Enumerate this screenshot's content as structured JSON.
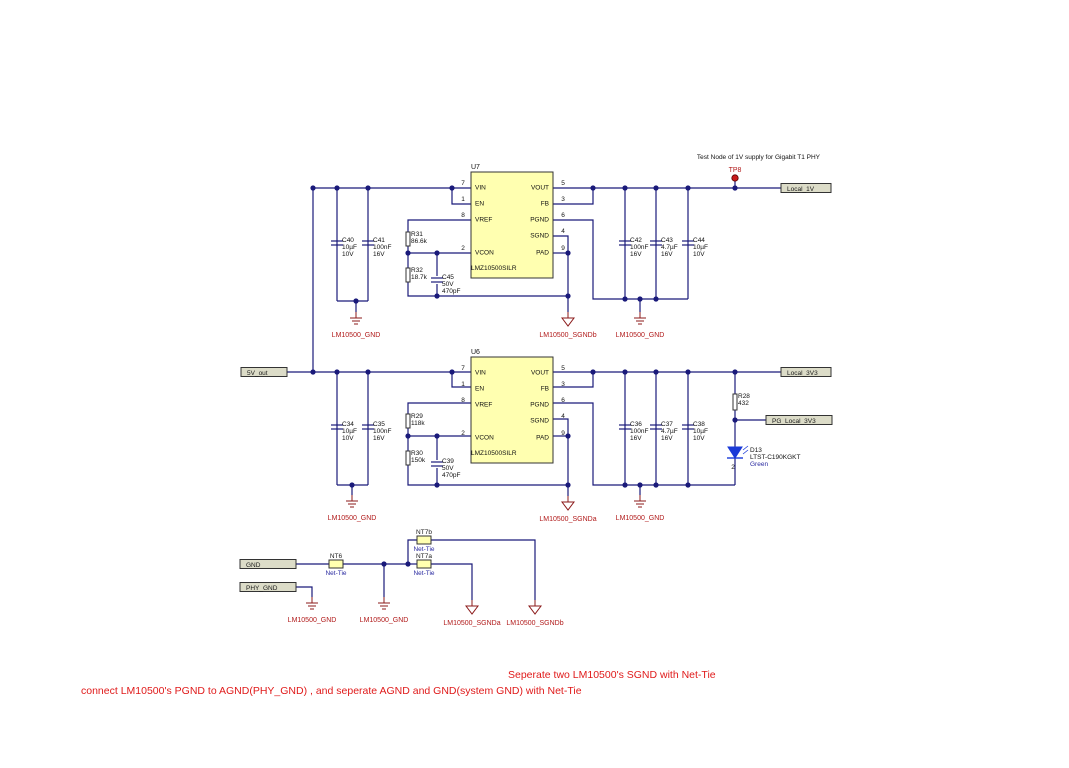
{
  "title_note": "Test Node of 1V supply for Gigabit T1 PHY",
  "ports": {
    "local_1v": "Local_1V",
    "local_3v3": "Local_3V3",
    "pg_local_3v3": "PG_Local_3V3",
    "five_v_out": "5V_out",
    "gnd": "GND",
    "phy_gnd": "PHY_GND"
  },
  "test_point": "TP8",
  "u7": {
    "ref": "U7",
    "part": "LMZ10500SILR",
    "pins_left": [
      {
        "num": "7",
        "name": "VIN"
      },
      {
        "num": "1",
        "name": "EN"
      },
      {
        "num": "8",
        "name": "VREF"
      },
      {
        "num": "2",
        "name": "VCON"
      }
    ],
    "pins_right": [
      {
        "num": "5",
        "name": "VOUT"
      },
      {
        "num": "3",
        "name": "FB"
      },
      {
        "num": "6",
        "name": "PGND"
      },
      {
        "num": "4",
        "name": "SGND"
      },
      {
        "num": "9",
        "name": "PAD"
      }
    ]
  },
  "u6": {
    "ref": "U6",
    "part": "LMZ10500SILR",
    "pins_left": [
      {
        "num": "7",
        "name": "VIN"
      },
      {
        "num": "1",
        "name": "EN"
      },
      {
        "num": "8",
        "name": "VREF"
      },
      {
        "num": "2",
        "name": "VCON"
      }
    ],
    "pins_right": [
      {
        "num": "5",
        "name": "VOUT"
      },
      {
        "num": "3",
        "name": "FB"
      },
      {
        "num": "6",
        "name": "PGND"
      },
      {
        "num": "4",
        "name": "SGND"
      },
      {
        "num": "9",
        "name": "PAD"
      }
    ]
  },
  "caps_top": [
    {
      "ref": "C40",
      "v1": "10µF",
      "v2": "10V"
    },
    {
      "ref": "C41",
      "v1": "100nF",
      "v2": "16V"
    },
    {
      "ref": "C42",
      "v1": "100nF",
      "v2": "16V"
    },
    {
      "ref": "C43",
      "v1": "4.7µF",
      "v2": "16V"
    },
    {
      "ref": "C44",
      "v1": "10µF",
      "v2": "10V"
    }
  ],
  "c45": {
    "ref": "C45",
    "v1": "50V",
    "v2": "470pF"
  },
  "caps_bot": [
    {
      "ref": "C34",
      "v1": "10µF",
      "v2": "10V"
    },
    {
      "ref": "C35",
      "v1": "100nF",
      "v2": "16V"
    },
    {
      "ref": "C36",
      "v1": "100nF",
      "v2": "16V"
    },
    {
      "ref": "C37",
      "v1": "4.7µF",
      "v2": "16V"
    },
    {
      "ref": "C38",
      "v1": "10µF",
      "v2": "10V"
    }
  ],
  "c39": {
    "ref": "C39",
    "v1": "50V",
    "v2": "470pF"
  },
  "resistors": {
    "r31": {
      "ref": "R31",
      "value": "86.6k"
    },
    "r32": {
      "ref": "R32",
      "value": "18.7k"
    },
    "r29": {
      "ref": "R29",
      "value": "118k"
    },
    "r30": {
      "ref": "R30",
      "value": "150k"
    },
    "r28": {
      "ref": "R28",
      "value": "432"
    }
  },
  "led": {
    "ref": "D13",
    "part": "LTST-C190KGKT",
    "color_label": "Green",
    "pin2": "2"
  },
  "net_ties": {
    "nt6": {
      "ref": "NT6",
      "label": "Net-Tie"
    },
    "nt7b": {
      "ref": "NT7b",
      "label": "Net-Tie"
    },
    "nt7a": {
      "ref": "NT7a",
      "label": "Net-Tie"
    }
  },
  "ground_labels": {
    "lm_gnd": "LM10500_GND",
    "sgndb": "LM10500_SGNDb",
    "sgnda": "LM10500_SGNDa"
  },
  "notes": {
    "line1": "Seperate two LM10500's SGND with Net-Tie",
    "line2": "connect LM10500's PGND  to AGND(PHY_GND) , and seperate AGND and GND(system GND) with Net-Tie"
  },
  "colors": {
    "wire": "#1a1a7a",
    "chip_fill": "#ffffb0",
    "port_fill": "#dcdcc8",
    "ground": "#8b1a1a",
    "note": "#e01a1a",
    "led": "#1a3ad8",
    "test_point": "#c81a1a"
  }
}
